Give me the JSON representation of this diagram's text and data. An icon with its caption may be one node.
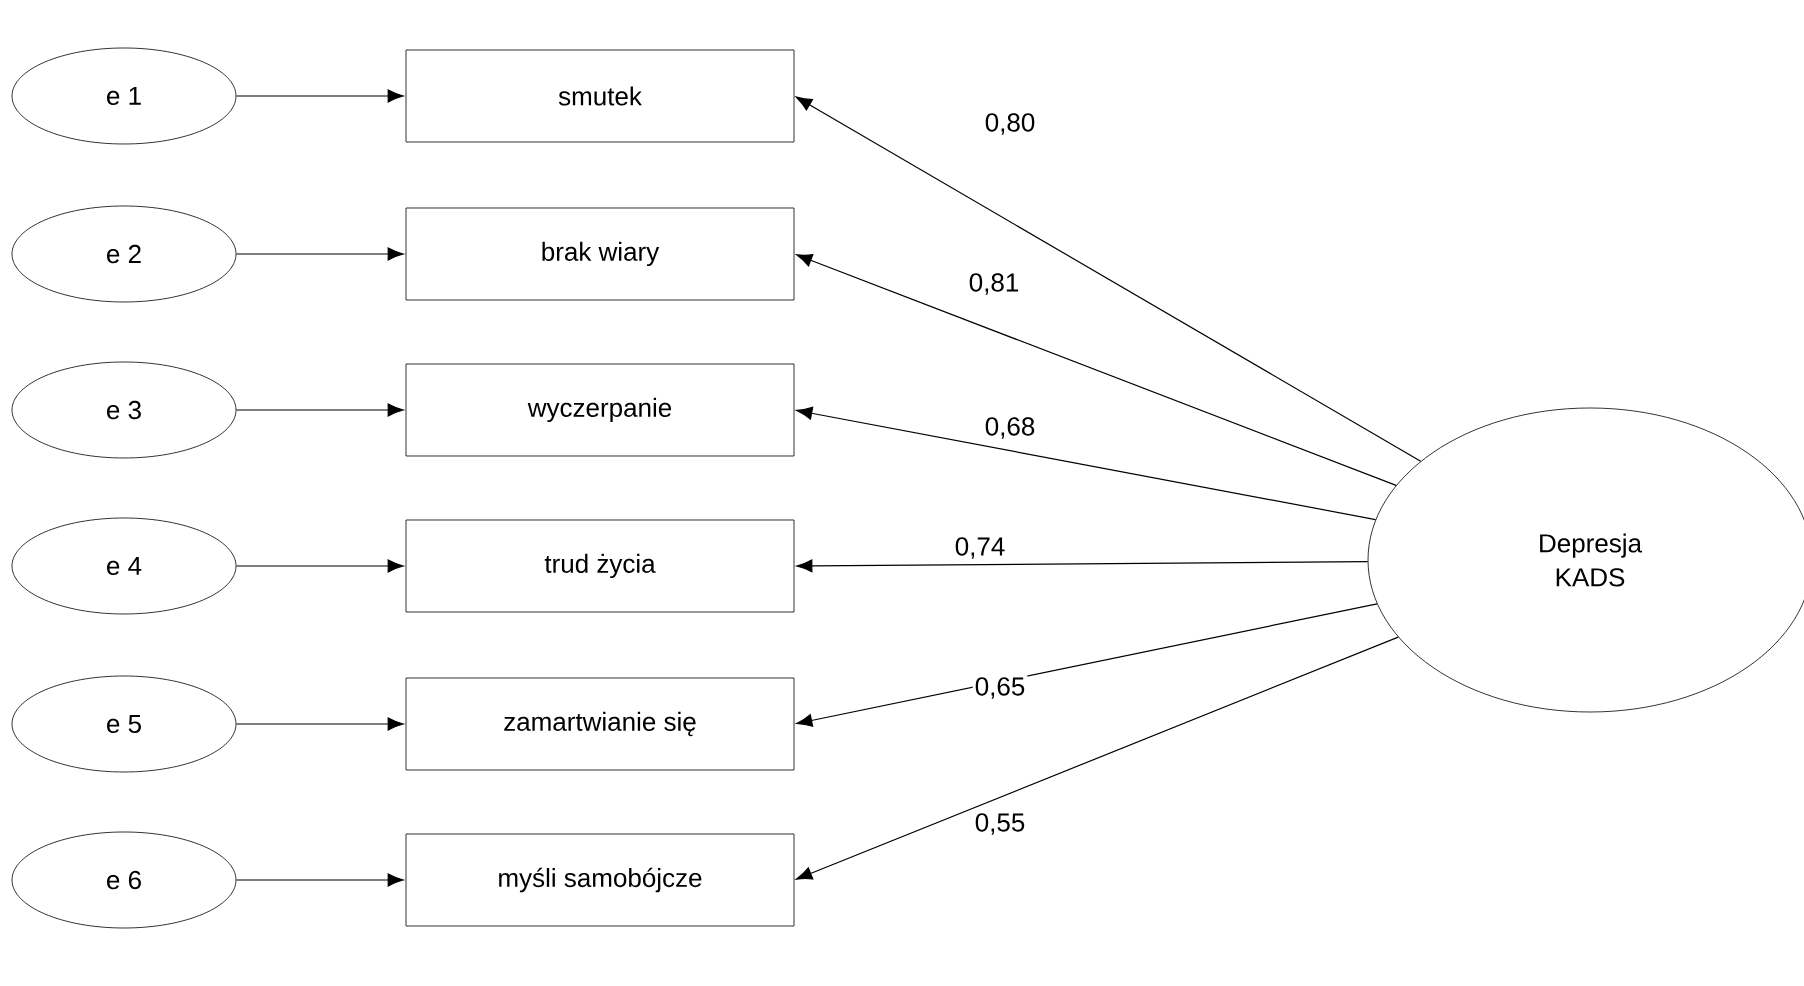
{
  "diagram": {
    "nodes": [
      {
        "text": [
          "e 1"
        ]
      },
      {
        "text": [
          "e 2"
        ]
      },
      {
        "text": [
          "e 3"
        ]
      },
      {
        "text": [
          "e 4"
        ]
      },
      {
        "text": [
          "e 5"
        ]
      },
      {
        "text": [
          "e 6"
        ]
      },
      {
        "text": [
          "smutek"
        ]
      },
      {
        "text": [
          "brak wiary"
        ]
      },
      {
        "text": [
          "wyczerpanie"
        ]
      },
      {
        "text": [
          "trud życia"
        ]
      },
      {
        "text": [
          "zamartwianie się"
        ]
      },
      {
        "text": [
          "myśli samobójcze"
        ]
      },
      {
        "text": [
          "Depresja KADS"
        ]
      }
    ],
    "edges": [
      {
        "from": 0,
        "to": 6,
        "arrow": "to"
      },
      {
        "from": 1,
        "to": 7,
        "arrow": "to"
      },
      {
        "from": 2,
        "to": 8,
        "arrow": "to"
      },
      {
        "from": 3,
        "to": 9,
        "arrow": "to"
      },
      {
        "from": 4,
        "to": 10,
        "arrow": "to"
      },
      {
        "from": 5,
        "to": 11,
        "arrow": "to"
      },
      {
        "from": 12,
        "to": 6,
        "arrow": "to",
        "label": "0,80"
      },
      {
        "from": 12,
        "to": 7,
        "arrow": "to",
        "label": "0,81"
      },
      {
        "from": 12,
        "to": 8,
        "arrow": "to",
        "label": "0,68"
      },
      {
        "from": 12,
        "to": 9,
        "arrow": "to",
        "label": "0,74"
      },
      {
        "from": 12,
        "to": 10,
        "arrow": "to",
        "label": "0,65"
      },
      {
        "from": 12,
        "to": 11,
        "arrow": "to",
        "label": "0,55"
      }
    ]
  }
}
